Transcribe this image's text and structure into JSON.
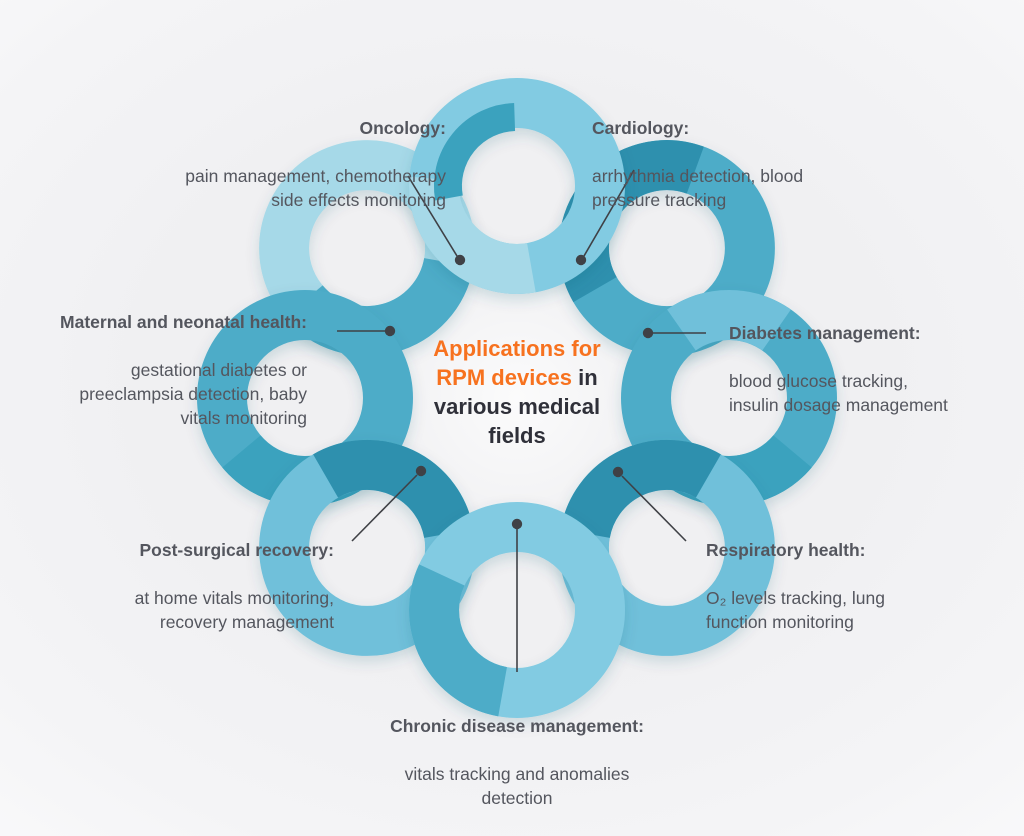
{
  "palette": {
    "light": "#82CBE2",
    "lighter": "#A6D9E8",
    "light_medium": "#6FC0DA",
    "medium": "#4DACC8",
    "medium_dark": "#3BA2BE",
    "dark": "#2E90AE",
    "accent_orange": "#F7721F",
    "title_dark": "#2F3039",
    "label_gray": "#54565E",
    "leader_line": "#3F4146",
    "background": "#F3F3F4"
  },
  "title": {
    "orange_text": "Applications for RPM devices",
    "dark_text": "in various medical fields",
    "lines": {
      "l1_orange": "Applications for",
      "l2_orange": "RPM devices",
      "l2_dark": " in",
      "l3_dark": "various medical",
      "l4_dark": "fields"
    }
  },
  "labels": {
    "oncology": {
      "heading": "Oncology:",
      "body": "pain management, chemotherapy\nside effects monitoring"
    },
    "cardiology": {
      "heading": "Cardiology:",
      "body": "arrhythmia detection, blood\npressure tracking"
    },
    "diabetes": {
      "heading": "Diabetes management:",
      "body": "blood glucose tracking,\ninsulin dosage management"
    },
    "respiratory": {
      "heading": "Respiratory health:",
      "body": "O₂ levels tracking, lung\nfunction monitoring"
    },
    "chronic": {
      "heading": "Chronic disease management:",
      "body": "vitals tracking and anomalies\ndetection"
    },
    "postsurgical": {
      "heading": "Post-surgical recovery:",
      "body": "at home vitals monitoring,\nrecovery management"
    },
    "maternal": {
      "heading": "Maternal and neonatal health:",
      "body": "gestational diabetes or\npreeclampsia detection, baby\nvitals monitoring"
    }
  }
}
